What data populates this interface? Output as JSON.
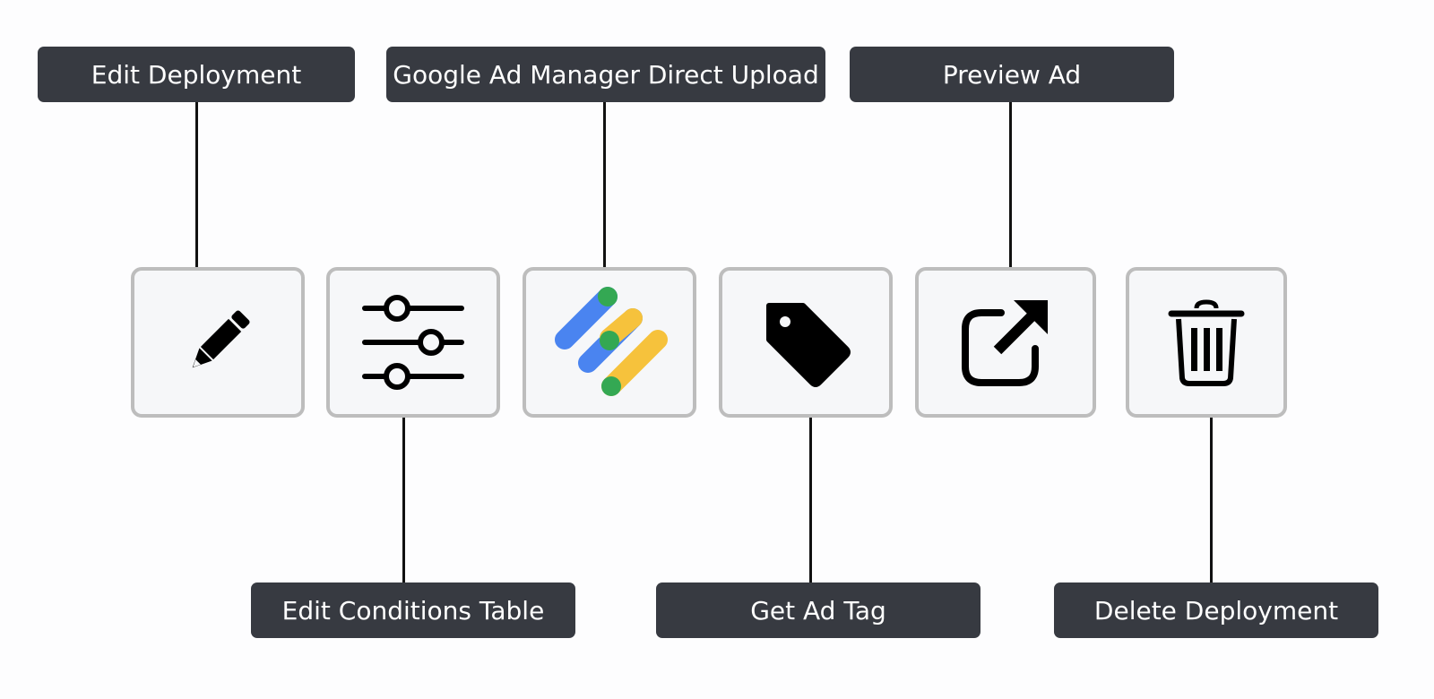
{
  "labels": {
    "edit_deployment": "Edit Deployment",
    "gam_direct_upload": "Google Ad Manager Direct Upload",
    "preview_ad": "Preview Ad",
    "edit_conditions_table": "Edit Conditions Table",
    "get_ad_tag": "Get Ad Tag",
    "delete_deployment": "Delete Deployment"
  },
  "buttons": [
    {
      "id": "edit",
      "icon": "pencil-icon"
    },
    {
      "id": "conditions",
      "icon": "sliders-icon"
    },
    {
      "id": "gam",
      "icon": "google-ad-manager-logo-icon"
    },
    {
      "id": "tag",
      "icon": "tag-icon"
    },
    {
      "id": "preview",
      "icon": "external-link-icon"
    },
    {
      "id": "delete",
      "icon": "trash-icon"
    }
  ],
  "colors": {
    "label_bg": "#373a41",
    "label_text": "#ffffff",
    "button_bg": "#f6f7f9",
    "button_border": "#bdbdbd",
    "gam_blue": "#4a84f0",
    "gam_yellow": "#f6c23c",
    "gam_green": "#34a853"
  }
}
